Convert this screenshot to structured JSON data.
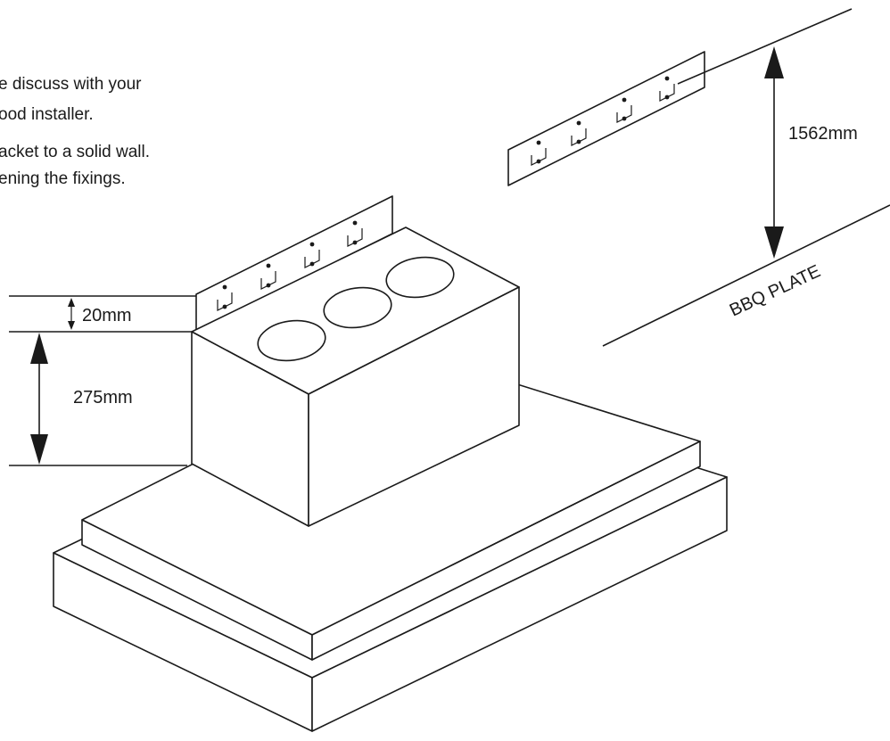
{
  "instructions": {
    "line1": "e discuss with your",
    "line2": "ood installer.",
    "line3": "acket to a solid wall.",
    "line4": "ening the fixings."
  },
  "dimensions": {
    "top_gap": "20mm",
    "body_height": "275mm",
    "clearance": "1562mm"
  },
  "labels": {
    "plate": "BBQ PLATE"
  },
  "colors": {
    "line": "#1a1a1a",
    "background": "#ffffff"
  }
}
